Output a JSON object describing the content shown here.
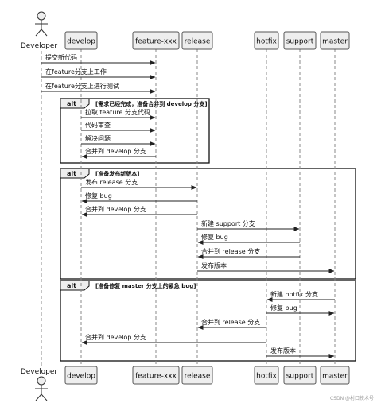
{
  "actor": {
    "name": "Developer"
  },
  "participants": [
    {
      "id": "develop",
      "label": "develop"
    },
    {
      "id": "feature",
      "label": "feature-xxx"
    },
    {
      "id": "release",
      "label": "release"
    },
    {
      "id": "hotfix",
      "label": "hotfix"
    },
    {
      "id": "support",
      "label": "support"
    },
    {
      "id": "master",
      "label": "master"
    }
  ],
  "messages": [
    {
      "from": "actor",
      "to": "feature",
      "text": "提交新代码"
    },
    {
      "from": "actor",
      "to": "feature",
      "text": "在feature分支上工作"
    },
    {
      "from": "actor",
      "to": "feature",
      "text": "在feature分支上进行测试"
    },
    {
      "from": "develop",
      "to": "feature",
      "text": "拉取 feature 分支代码"
    },
    {
      "from": "develop",
      "to": "feature",
      "text": "代码审查"
    },
    {
      "from": "develop",
      "to": "feature",
      "text": "解决问题"
    },
    {
      "from": "feature",
      "to": "develop",
      "text": "合并到 develop 分支"
    },
    {
      "from": "develop",
      "to": "release",
      "text": "发布 release 分支"
    },
    {
      "from": "release",
      "to": "develop",
      "text": "修复 bug"
    },
    {
      "from": "release",
      "to": "develop",
      "text": "合并到 develop 分支"
    },
    {
      "from": "release",
      "to": "support",
      "text": "新建 support 分支"
    },
    {
      "from": "support",
      "to": "release",
      "text": "修复 bug"
    },
    {
      "from": "support",
      "to": "release",
      "text": "合并到 release 分支"
    },
    {
      "from": "release",
      "to": "master",
      "text": "发布版本"
    },
    {
      "from": "master",
      "to": "hotfix",
      "text": "新建 hotfix 分支"
    },
    {
      "from": "hotfix",
      "to": "master",
      "text": "修复 bug"
    },
    {
      "from": "hotfix",
      "to": "release",
      "text": "合并到 release 分支"
    },
    {
      "from": "hotfix",
      "to": "develop",
      "text": "合并到 develop 分支"
    },
    {
      "from": "hotfix",
      "to": "master",
      "text": "发布版本"
    }
  ],
  "frames": [
    {
      "tag": "alt",
      "condition": "[需求已经完成，准备合并到 develop 分支]"
    },
    {
      "tag": "alt",
      "condition": "[准备发布新版本]"
    },
    {
      "tag": "alt",
      "condition": "[准备修复 master 分支上的紧急 bug]"
    }
  ],
  "watermark": "CSDN @村口技术号"
}
